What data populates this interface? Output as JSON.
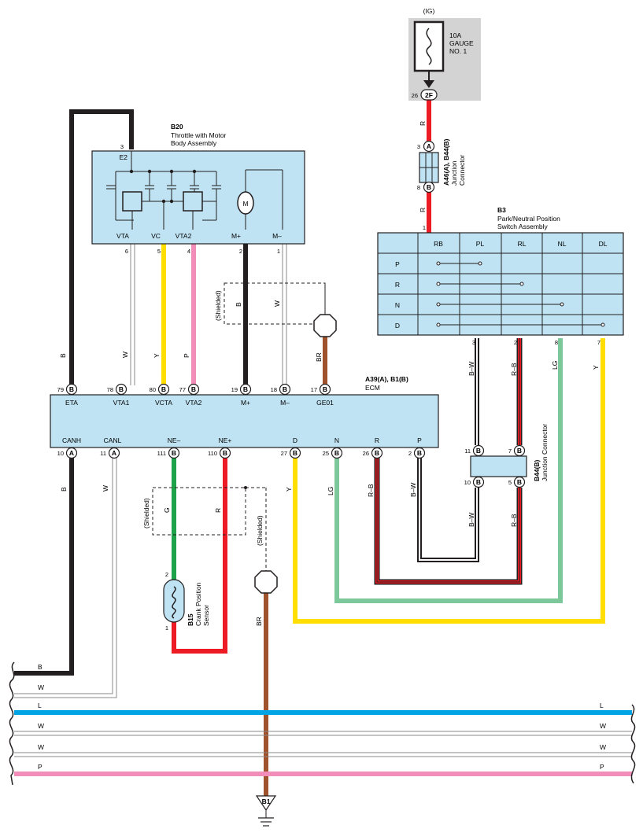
{
  "fuse": {
    "source": "(IG)",
    "rating": "10A",
    "name_1": "GAUGE",
    "name_2": "NO. 1",
    "pin": "26",
    "connector": "2F"
  },
  "throttle": {
    "id": "B20",
    "name_1": "Throttle with Motor",
    "name_2": "Body Assembly",
    "e2_pin": "3",
    "e2_label": "E2",
    "motor": "M",
    "pins": [
      {
        "label": "VTA",
        "pin": "6"
      },
      {
        "label": "VC",
        "pin": "5"
      },
      {
        "label": "VTA2",
        "pin": "4"
      },
      {
        "label": "M+",
        "pin": "2"
      },
      {
        "label": "M–",
        "pin": "1"
      }
    ]
  },
  "junction_top": {
    "id": "A46(A), B44(B)",
    "name_1": "Junction",
    "name_2": "Connector",
    "pin_top": "3",
    "conn_top": "A",
    "pin_bottom": "8",
    "conn_bottom": "B"
  },
  "park_switch": {
    "id": "B3",
    "name_1": "Park/Neutral Position",
    "name_2": "Switch Assembly",
    "input_pin": "1",
    "columns": [
      "RB",
      "PL",
      "RL",
      "NL",
      "DL"
    ],
    "rows": [
      "P",
      "R",
      "N",
      "D"
    ],
    "out_pins": [
      "3",
      "2",
      "8",
      "7"
    ]
  },
  "ecm": {
    "id": "A39(A), B1(B)",
    "name": "ECM",
    "top_pins": [
      {
        "label": "ETA",
        "pin": "79",
        "conn": "B"
      },
      {
        "label": "VTA1",
        "pin": "78",
        "conn": "B"
      },
      {
        "label": "VCTA",
        "pin": "80",
        "conn": "B"
      },
      {
        "label": "VTA2",
        "pin": "77",
        "conn": "B"
      },
      {
        "label": "M+",
        "pin": "19",
        "conn": "B"
      },
      {
        "label": "M–",
        "pin": "18",
        "conn": "B"
      },
      {
        "label": "GE01",
        "pin": "17",
        "conn": "B"
      }
    ],
    "bottom_pins": [
      {
        "label": "CANH",
        "pin": "10",
        "conn": "A"
      },
      {
        "label": "CANL",
        "pin": "11",
        "conn": "A"
      },
      {
        "label": "NE–",
        "pin": "111",
        "conn": "B"
      },
      {
        "label": "NE+",
        "pin": "110",
        "conn": "B"
      },
      {
        "label": "D",
        "pin": "27",
        "conn": "B"
      },
      {
        "label": "N",
        "pin": "25",
        "conn": "B"
      },
      {
        "label": "R",
        "pin": "26",
        "conn": "B"
      },
      {
        "label": "P",
        "pin": "2",
        "conn": "B"
      }
    ]
  },
  "junction_b44": {
    "id": "B44(B)",
    "name": "Junction Connector",
    "pins": [
      "11",
      "7",
      "10",
      "5"
    ],
    "conn": "B"
  },
  "crank": {
    "id": "B15",
    "name_1": "Crank Position",
    "name_2": "Sensor",
    "pin_top": "2",
    "pin_bottom": "1"
  },
  "shielded": "(Shielded)",
  "ground": "B1",
  "wire_labels": {
    "B": "B",
    "W": "W",
    "Y": "Y",
    "P": "P",
    "BR": "BR",
    "R": "R",
    "G": "G",
    "LG": "LG",
    "RB": "R–B",
    "BW": "B–W",
    "L": "L"
  },
  "colors": {
    "black": "#231f20",
    "red": "#ed1c24",
    "yellow": "#ffde00",
    "pink": "#f28cb9",
    "green": "#1ea24a",
    "lightgreen": "#7cc89a",
    "brown": "#a0522d",
    "blue": "#00a4e4",
    "box": "#bfe3f3",
    "fuse_bg": "#d3d3d3"
  }
}
